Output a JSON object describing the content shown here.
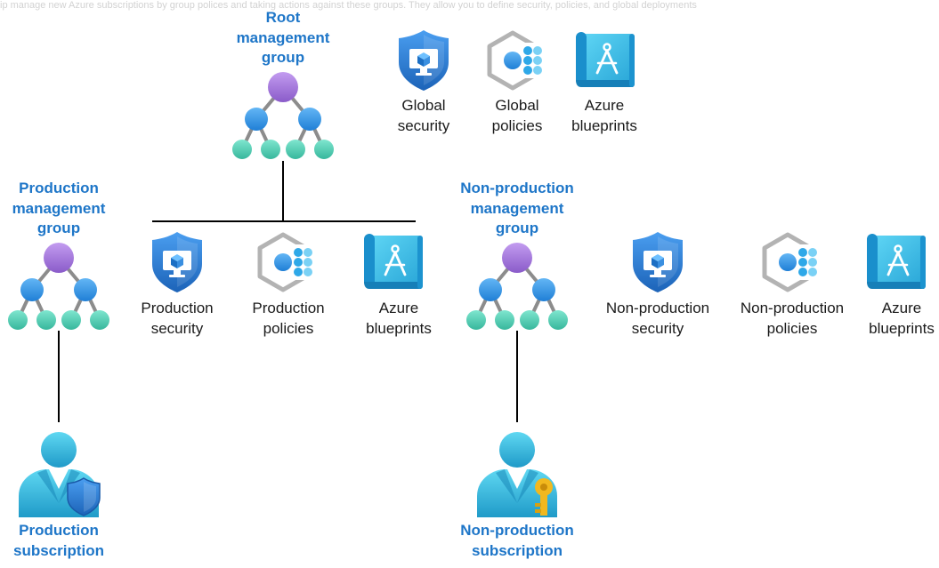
{
  "background_text": "ip manage new Azure subscriptions by group polices and taking actions against these groups. They allow you to define security, policies, and global deployments",
  "root_group": {
    "title": "Root\nmanagement\ngroup"
  },
  "root_items": [
    {
      "label": "Global\nsecurity",
      "icon": "security-shield-icon"
    },
    {
      "label": "Global\npolicies",
      "icon": "policy-hexagon-icon"
    },
    {
      "label": "Azure\nblueprints",
      "icon": "blueprint-scroll-icon"
    }
  ],
  "production_group": {
    "title": "Production\nmanagement\ngroup"
  },
  "production_items": [
    {
      "label": "Production\nsecurity",
      "icon": "security-shield-icon"
    },
    {
      "label": "Production\npolicies",
      "icon": "policy-hexagon-icon"
    },
    {
      "label": "Azure\nblueprints",
      "icon": "blueprint-scroll-icon"
    }
  ],
  "nonproduction_group": {
    "title": "Non-production\nmanagement\ngroup"
  },
  "nonproduction_items": [
    {
      "label": "Non-production\nsecurity",
      "icon": "security-shield-icon"
    },
    {
      "label": "Non-production\npolicies",
      "icon": "policy-hexagon-icon"
    },
    {
      "label": "Azure\nblueprints",
      "icon": "blueprint-scroll-icon"
    }
  ],
  "production_subscription": {
    "title": "Production\nsubscription",
    "icon": "user-shield-icon"
  },
  "nonproduction_subscription": {
    "title": "Non-production\nsubscription",
    "icon": "user-key-icon"
  },
  "colors": {
    "title_blue": "#1e76c8",
    "connector": "#000000",
    "node_purple": "#a578d8",
    "node_blue": "#3b9be8",
    "node_teal": "#4ecdb4",
    "link_gray": "#8c8c8c",
    "shield_blue": "#2f7fd4",
    "user_cyan": "#3cc5e6",
    "key_gold": "#f2b81e"
  }
}
